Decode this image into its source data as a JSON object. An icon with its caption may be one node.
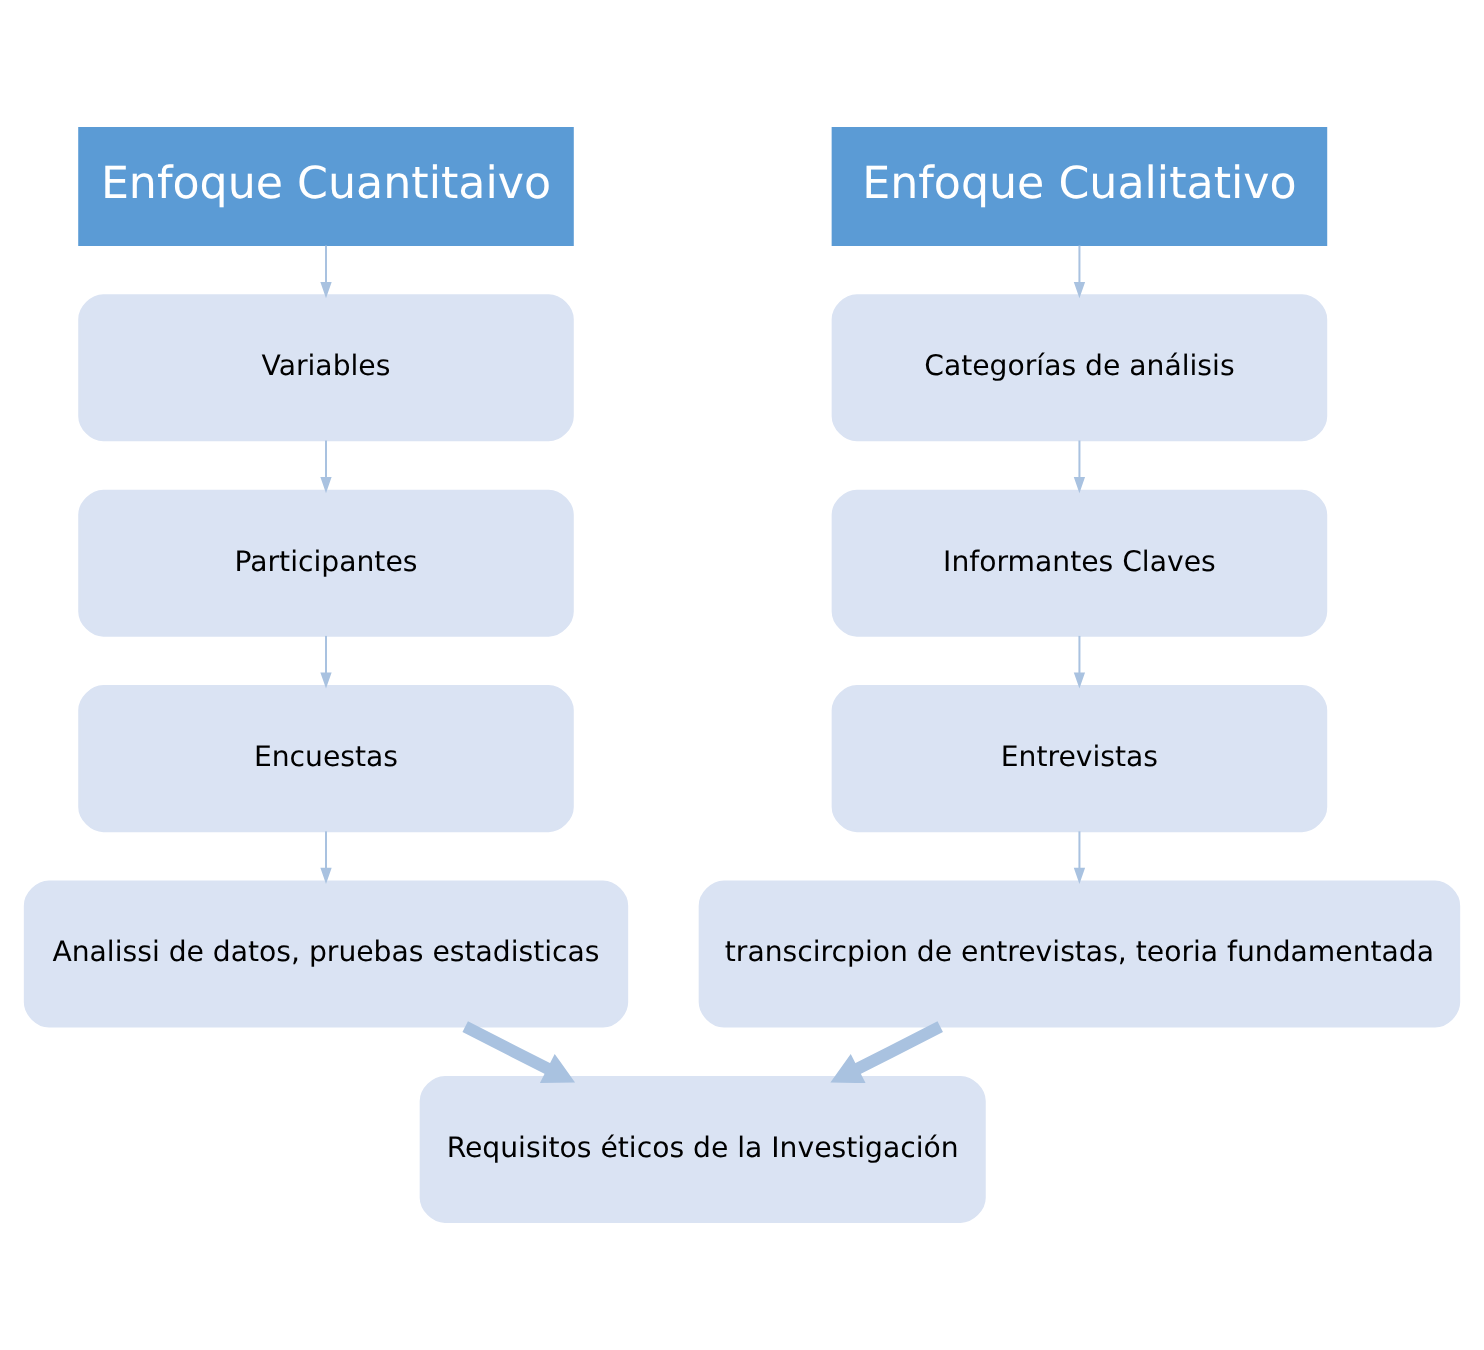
{
  "diagram": {
    "nodes": [
      {
        "text": [
          "Enfoque Cuantitaivo"
        ]
      },
      {
        "text": [
          "Variables"
        ]
      },
      {
        "text": [
          "Participantes"
        ]
      },
      {
        "text": [
          "Encuestas"
        ]
      },
      {
        "text": [
          "Analissi de datos, pruebas estadisticas"
        ]
      },
      {
        "text": [
          "Enfoque Cualitativo"
        ]
      },
      {
        "text": [
          "Categorías de análisis"
        ]
      },
      {
        "text": [
          "Informantes Claves"
        ]
      },
      {
        "text": [
          "Entrevistas"
        ]
      },
      {
        "text": [
          "transcircpion de entrevistas, teoria fundamentada"
        ]
      },
      {
        "text": [
          "Requisitos éticos de la Investigación"
        ]
      }
    ],
    "edges": [
      {
        "from": 0,
        "to": 1,
        "arrow": "to"
      },
      {
        "from": 1,
        "to": 2,
        "arrow": "to"
      },
      {
        "from": 2,
        "to": 3,
        "arrow": "to"
      },
      {
        "from": 3,
        "to": 4,
        "arrow": "to"
      },
      {
        "from": 5,
        "to": 6,
        "arrow": "to"
      },
      {
        "from": 6,
        "to": 7,
        "arrow": "to"
      },
      {
        "from": 7,
        "to": 8,
        "arrow": "to"
      },
      {
        "from": 8,
        "to": 9,
        "arrow": "to"
      },
      {
        "from": 4,
        "to": 10,
        "arrow": "to",
        "style": "thick"
      },
      {
        "from": 9,
        "to": 10,
        "arrow": "to",
        "style": "thick"
      }
    ]
  }
}
